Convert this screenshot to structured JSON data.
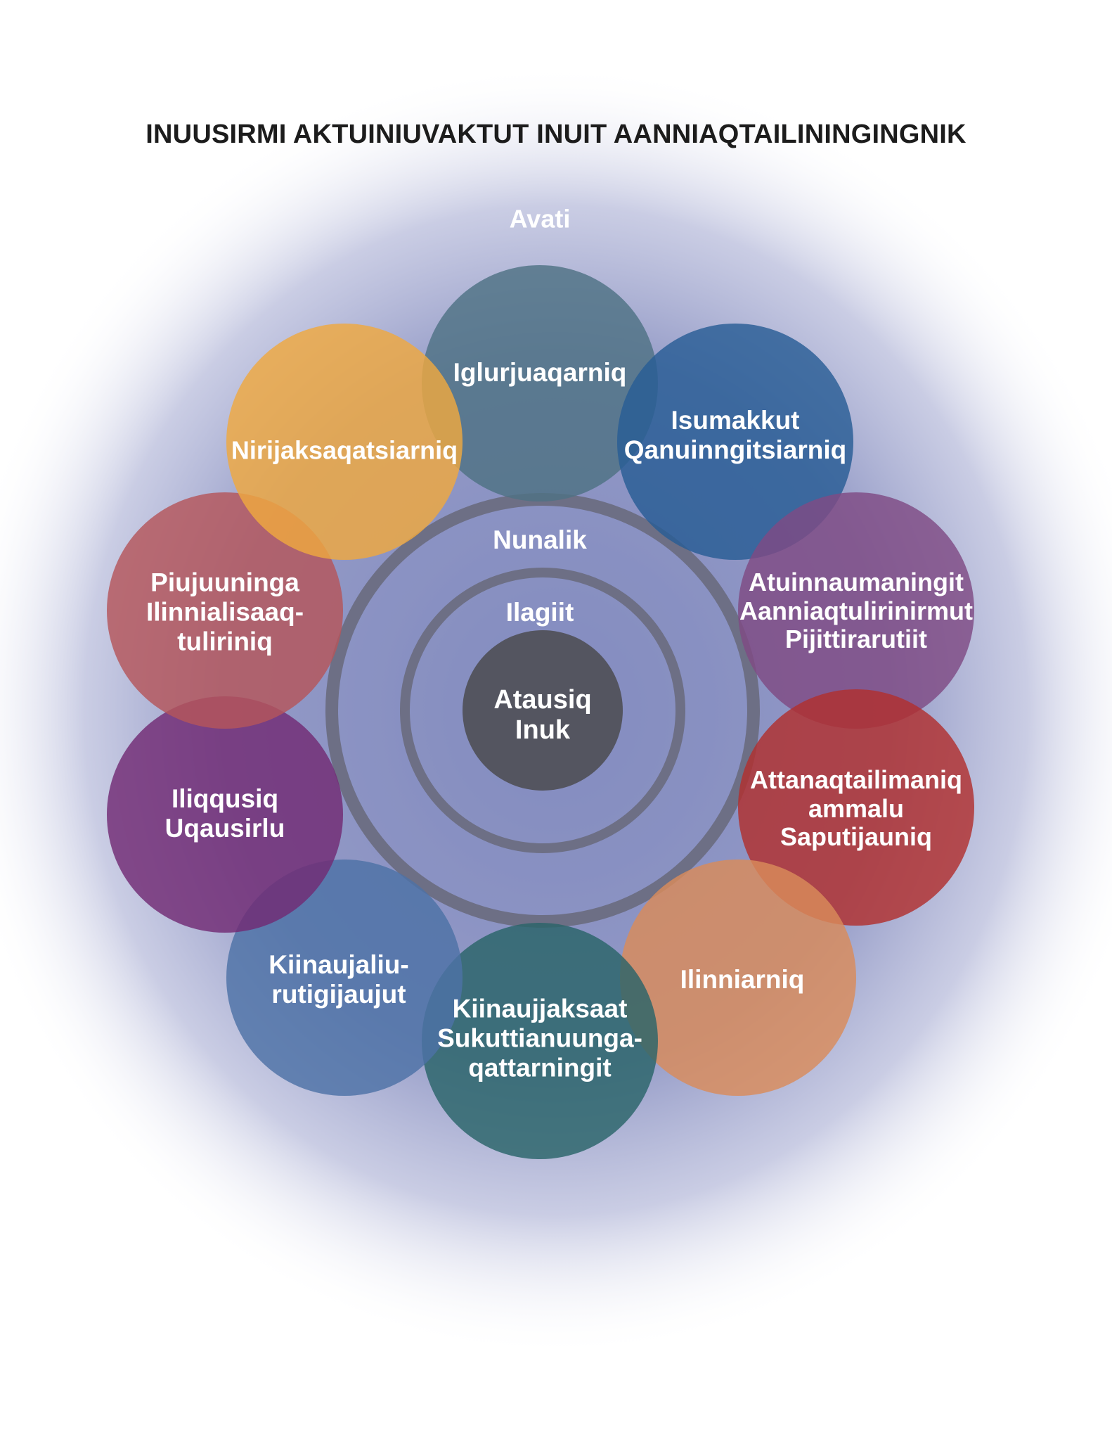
{
  "title": "INUUSIRMI AKTUINIUVAKTUT INUIT AANNIAQTAILININGINGNIK",
  "rings": {
    "outer_label": "Avati",
    "community_label": "Nunalik",
    "family_label": "Ilagiit",
    "center_label": "Atausiq\nInuk"
  },
  "factors": [
    {
      "label": "Iglurjuaqarniq",
      "color": "#4e7184"
    },
    {
      "label": "Isumakkut\nQanuinngitsiarniq",
      "color": "#285d95"
    },
    {
      "label": "Atuinnaumaningit\nAanniaqtulirinirmut\nPijittirarutiit",
      "color": "#7f4b84"
    },
    {
      "label": "Attanaqtailimaniq\nammalu\nSaputijauniq",
      "color": "#b1302e"
    },
    {
      "label": "Ilinniarniq",
      "color": "#d98b5a"
    },
    {
      "label": "Kiinaujjaksaat\nSukuttianuunga-\nqattarningit",
      "color": "#2a6469"
    },
    {
      "label": "Kiinaujaliu-\nrutigijaujut",
      "color": "#4d72a6"
    },
    {
      "label": "Iliqqusiq\nUqausirlu",
      "color": "#722b74"
    },
    {
      "label": "Piujuuninga\nIlinnialisaaq-\ntuliriniq",
      "color": "#b4555a"
    },
    {
      "label": "Nirijaksaqatsiarniq",
      "color": "#efa840"
    }
  ],
  "colors": {
    "background_halo": "#9da2c9",
    "ring_stroke": "#6d6f85",
    "center_fill": "#545560"
  }
}
